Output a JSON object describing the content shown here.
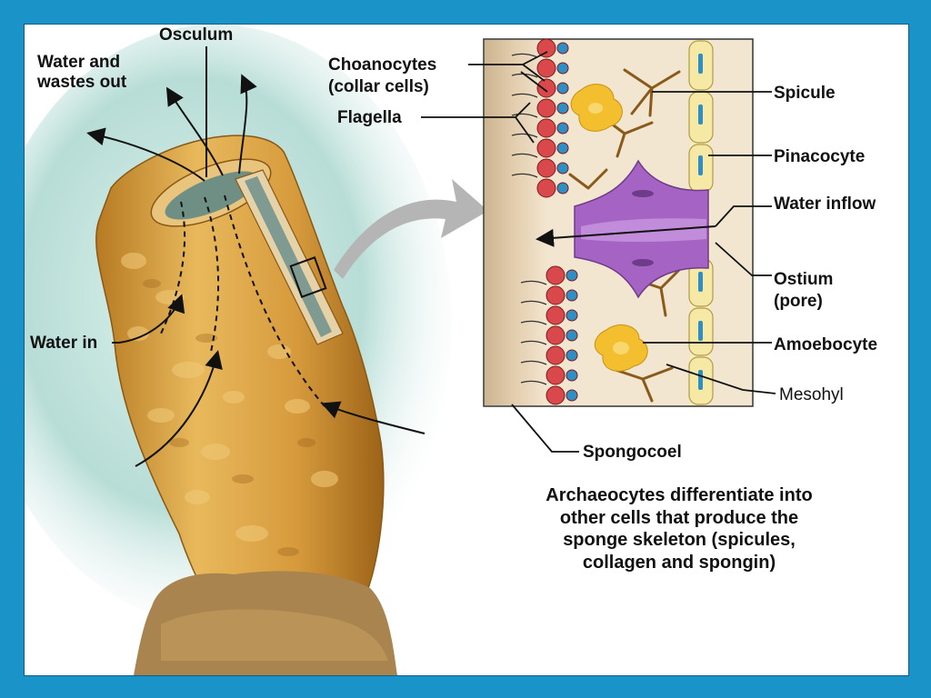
{
  "labels": {
    "osculum": "Osculum",
    "water_out_1": "Water and",
    "water_out_2": "wastes out",
    "water_in": "Water in",
    "choanocytes_1": "Choanocytes",
    "choanocytes_2": "(collar cells)",
    "flagella": "Flagella",
    "spicule": "Spicule",
    "pinacocyte": "Pinacocyte",
    "water_inflow": "Water inflow",
    "ostium_1": "Ostium",
    "ostium_2": "(pore)",
    "amoebocyte": "Amoebocyte",
    "mesohyl": "Mesohyl",
    "spongocoel": "Spongocoel"
  },
  "caption": {
    "line1": "Archaeocytes differentiate into",
    "line2": "other cells that produce the",
    "line3": "sponge skeleton (spicules,",
    "line4": "collagen and spongin)"
  },
  "colors": {
    "frame": "#1a93c9",
    "sponge_body": "#d9a64a",
    "panel_background": "#f3e6d0",
    "choanocyte": "#d9494b",
    "ostium": "#a564c4",
    "spicule_cell": "#f6e9a6",
    "amoebocyte": "#f4bf2f"
  }
}
